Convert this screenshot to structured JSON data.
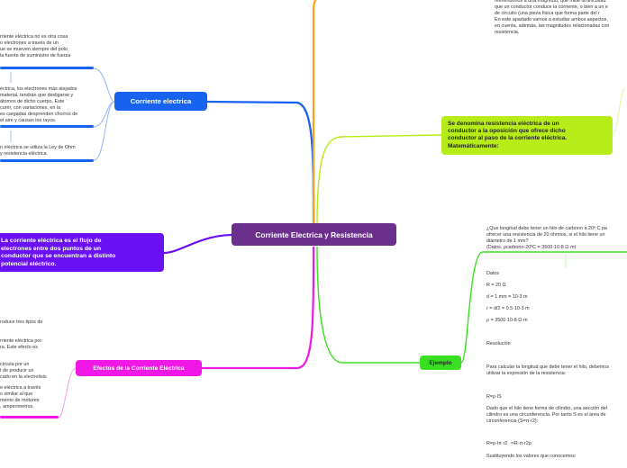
{
  "central": {
    "label": "Corriente Electrica y Resistencia"
  },
  "definition": {
    "label": "La corriente eléctrica es el flujo de\nelectrones entre dos puntos de un\nconductor que se encuentran a distinto\npotencial eléctrico."
  },
  "corriente": {
    "label": "Corriente electrica",
    "notes": [
      "rriente eléctrica no es otra cosa\no electrones a través de un\nue se mueven siempre del polo\nla fuente de suministro de fuerza",
      "éctrica, los electrones más alejados\nmaterial, tendrán que desligarse y\nátomos de dicho cuerpo. Este\ncurrir, con variaciones, en la\nes cargadas desprenden chorros de\nel aire y causan los rayos.",
      "n eléctrica se utiliza la Ley de Ohm\ny resistencia eléctrica."
    ]
  },
  "efectos": {
    "label": "Efectos de la Corriente Eléctrica",
    "notes": [
      "roduce tres tipos de",
      "rriente eléctrica por\nra. Este efecto es",
      "circula por un\nt de producir un\ncado en la electrolisis.",
      "e eléctrica a través\no similar al que\nmento de motores\n, amperímetros,"
    ]
  },
  "resistencia": {
    "label": "Se denomina resistencia eléctrica de un\nconductor a la oposición que ofrece dicho\nconductor al paso de la corriente eléctrica.\nMatemáticamente:",
    "note_top": "refiriéndonos a una magnitud, que mide la dificultad\nque un conductor conduce la corriente, o bien a un e\nde circuito (una pieza física que forma parte del r\nEn este apartado vamos a estudiar ambos aspectos,\nen cuenta, además, las magnitudes relacionadas con\nresistencia."
  },
  "ejemplo": {
    "label": "Ejemplo",
    "question": "¿Que longitud debe tener un hilo de carbono a 20º C pa\nofrecer una resistencia de 20 ohmios, si el hilo tiene un\ndiámetro de 1 mm?\n(Datos. ρcarbono-20ºC = 3500·10-8 Ω·m)",
    "datos": "Datos",
    "r": "R = 20 Ω",
    "d": "d = 1 mm = 10-3 m",
    "radio": "r = d/2 = 0.5·10-3 m",
    "rho": "ρ = 3500·10-8 Ω·m",
    "resolucion": "Resolución",
    "para": "Para calcular la longitud que debe tener el hilo, debemos\nutilizar la expresión de la resistencia:",
    "formula1": "R=ρ·lS",
    "dado": "Dado que el hilo tiene forma de cilindro, una sección del\ncilindro es una circunferencia. Por tanto S es el área de\ncircunferencia (S=π·r2):",
    "formula2": "R=ρ·lπ·r2  ⇒R·π·r2ρ",
    "sustituyendo": "Sustituyendo los valores que conocemos:"
  },
  "colors": {
    "central": "#6b2f8c",
    "blue": "#1763f0",
    "violet": "#6a10f5",
    "magenta": "#f018e6",
    "lime": "#b6ec18",
    "green": "#39e021",
    "orange": "#ff9d17"
  }
}
